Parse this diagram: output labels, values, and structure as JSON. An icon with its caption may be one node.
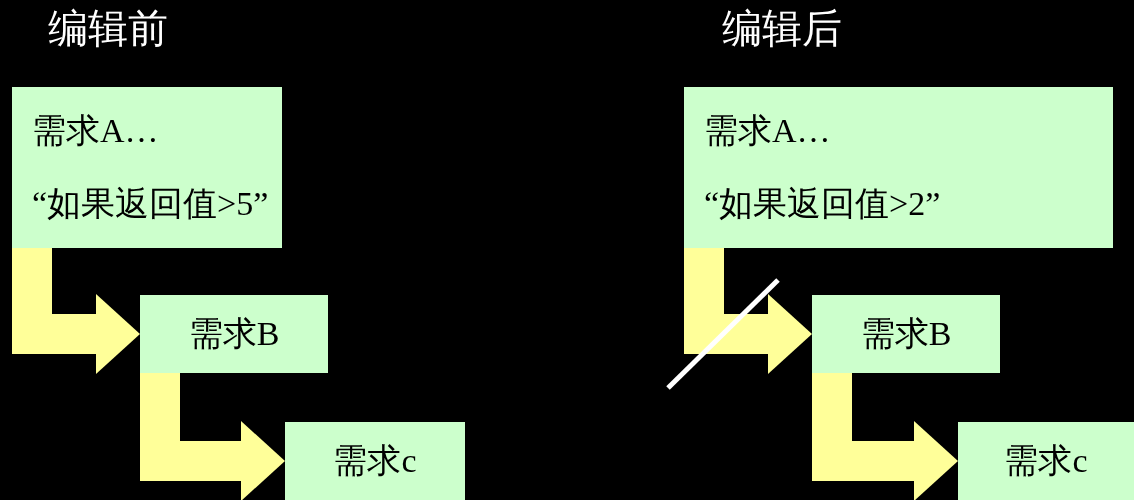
{
  "diagram": {
    "nodes": [
      {
        "text": [
          "需求A…",
          "“如果返回值>5”"
        ]
      },
      {
        "text": [
          "需求B"
        ]
      },
      {
        "text": [
          "需求c"
        ]
      },
      {
        "text": [
          "需求A…",
          "“如果返回值>2”"
        ]
      },
      {
        "text": [
          "需求B"
        ]
      },
      {
        "text": [
          "需求c"
        ]
      }
    ],
    "edges": [
      {
        "from": 0,
        "to": 1,
        "arrow": "to"
      },
      {
        "from": 1,
        "to": 2,
        "arrow": "to"
      },
      {
        "from": 3,
        "to": 4,
        "arrow": "to"
      },
      {
        "from": 4,
        "to": 5,
        "arrow": "to"
      }
    ],
    "labels": [
      "编辑前",
      "编辑后"
    ]
  }
}
